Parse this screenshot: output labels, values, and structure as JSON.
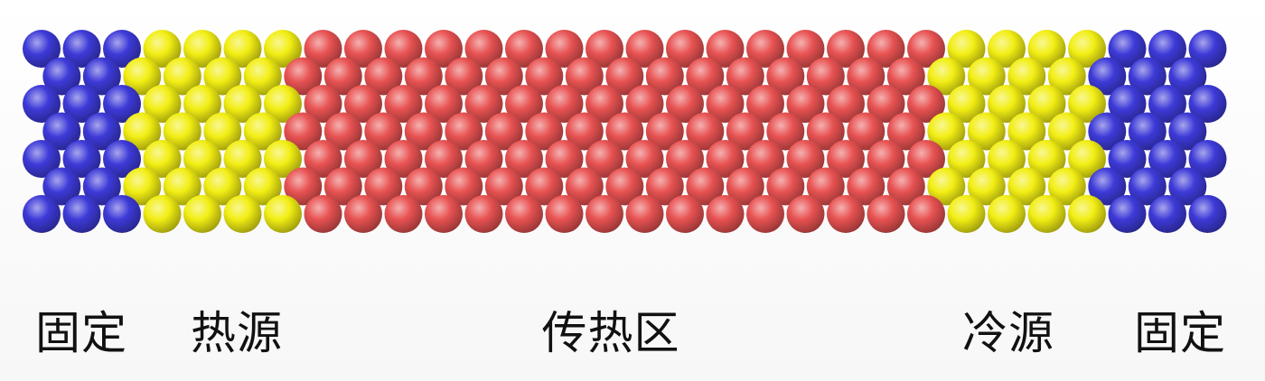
{
  "labels": {
    "fixed_left": "固定",
    "heat_source": "热源",
    "heat_transfer": "传热区",
    "cold_source": "冷源",
    "fixed_right": "固定"
  },
  "colors": {
    "fixed": "#3d3ad8",
    "heat_source": "#f2ee14",
    "heat_transfer": "#e85252",
    "cold_source": "#f2ee14"
  }
}
